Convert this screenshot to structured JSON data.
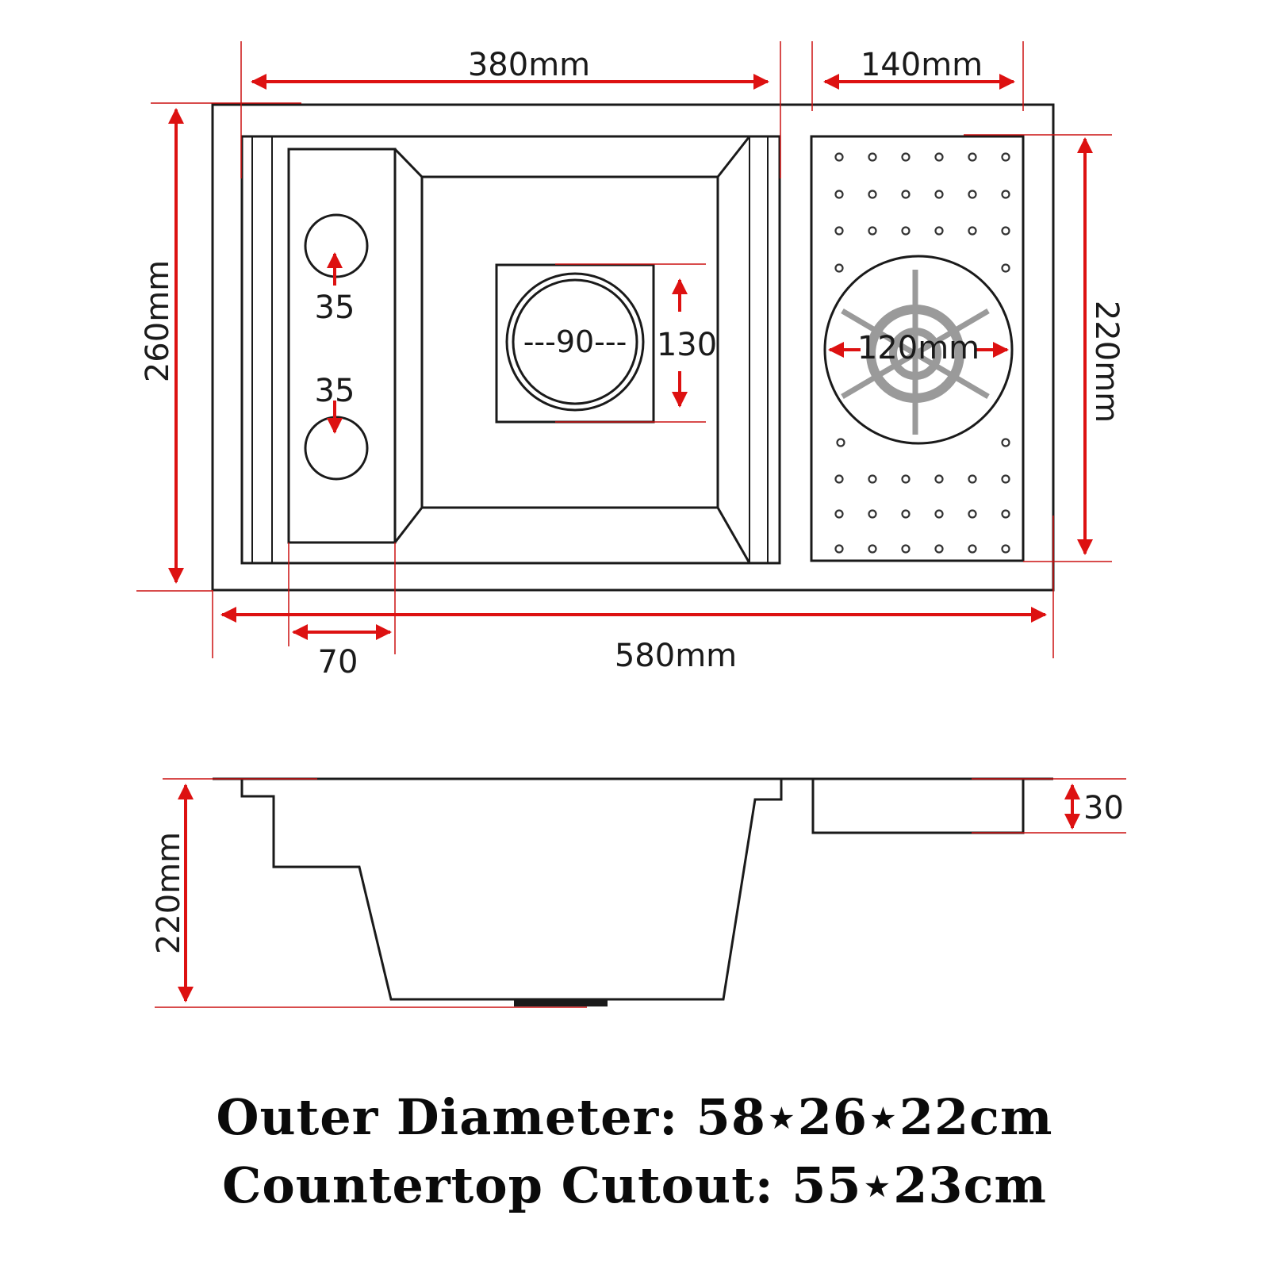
{
  "dimensions": {
    "top_width_main": "380mm",
    "top_width_side": "140mm",
    "height_left": "260mm",
    "height_right": "220mm",
    "total_width": "580mm",
    "ledge_width": "70",
    "hole_top": "35",
    "hole_bottom": "35",
    "drain_diameter": "---90---",
    "drain_box": "130",
    "rinser_diameter": "120mm",
    "depth": "220mm",
    "side_depth": "30"
  },
  "captions": {
    "outer": "Outer Diameter: 58⋆26⋆22cm",
    "cutout": "Countertop Cutout: 55⋆23cm"
  },
  "colors": {
    "dimension_lines": "#dd1111",
    "outline": "#1a1a1a"
  }
}
